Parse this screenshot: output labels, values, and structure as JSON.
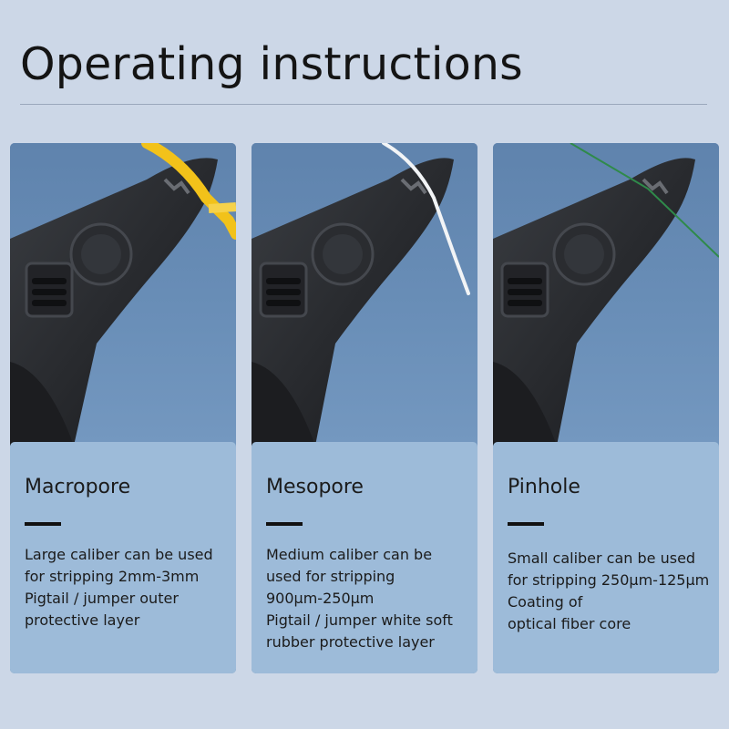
{
  "header": {
    "title": "Operating instructions"
  },
  "cards": [
    {
      "name": "Macropore",
      "lines": [
        "Large caliber can be used",
        "for stripping 2mm-3mm",
        "Pigtail / jumper outer",
        "protective layer"
      ],
      "cable_color": "#f2c21a"
    },
    {
      "name": "Mesopore",
      "lines": [
        "Medium caliber can be",
        "used for stripping",
        "900μm-250μm",
        "Pigtail / jumper white soft",
        "rubber protective layer"
      ],
      "cable_color": "#f2f4f6"
    },
    {
      "name": "Pinhole",
      "lines": [
        "Small caliber can be used",
        "for stripping 250μm-125μm",
        "Coating of",
        "optical fiber core"
      ],
      "cable_color": "#2f8a4a"
    }
  ]
}
